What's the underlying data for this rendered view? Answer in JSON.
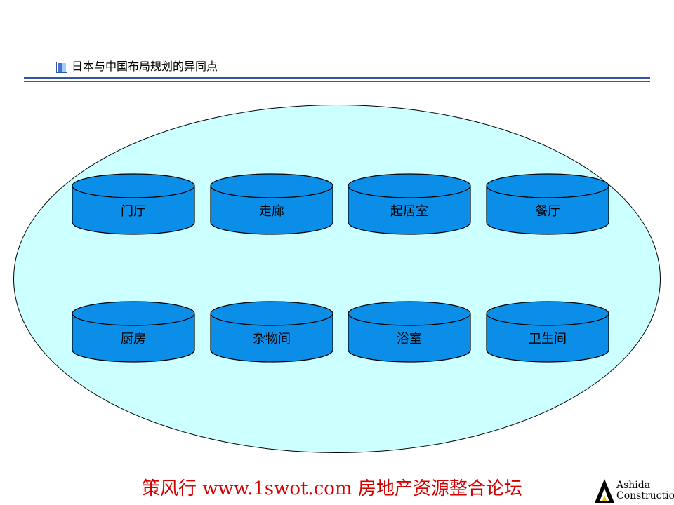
{
  "header": {
    "title": "日本与中国布局规划的异同点"
  },
  "diagram": {
    "rooms": [
      "门厅",
      "走廊",
      "起居室",
      "餐厅",
      "厨房",
      "杂物间",
      "浴室",
      "卫生间"
    ],
    "colors": {
      "ellipse_fill": "#ccffff",
      "cylinder_fill": "#0a8ee8",
      "cylinder_stroke": "#000000"
    }
  },
  "footer": {
    "text": "策风行 www.1swot.com 房地产资源整合论坛",
    "color": "#d40000"
  },
  "logo": {
    "line1": "Ashida",
    "line2": "Construction"
  }
}
